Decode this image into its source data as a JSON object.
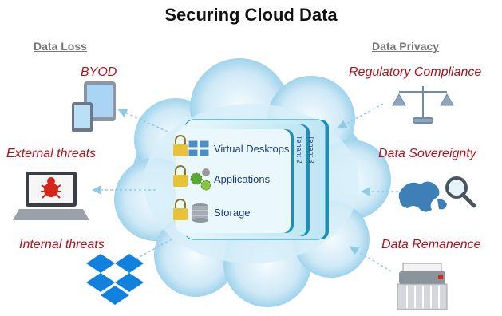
{
  "title": "Securing Cloud Data",
  "left_section": {
    "heading": "Data Loss",
    "items": [
      {
        "label": "BYOD",
        "icon": "tablet-phone-icon"
      },
      {
        "label": "External threats",
        "icon": "laptop-bug-icon"
      },
      {
        "label": "Internal threats",
        "icon": "dropbox-icon"
      }
    ]
  },
  "right_section": {
    "heading": "Data Privacy",
    "items": [
      {
        "label": "Regulatory Compliance",
        "icon": "scales-icon"
      },
      {
        "label": "Data Sovereignty",
        "icon": "world-map-magnifier-icon"
      },
      {
        "label": "Data Remanence",
        "icon": "shredder-icon"
      }
    ]
  },
  "cloud": {
    "items": [
      {
        "label": "Virtual Desktops",
        "icon": "lock-desktops-icon"
      },
      {
        "label": "Applications",
        "icon": "lock-gears-icon"
      },
      {
        "label": "Storage",
        "icon": "lock-database-icon"
      }
    ],
    "tenants": [
      "Tenant 2",
      "Tenant 3"
    ]
  },
  "colors": {
    "title": "#111111",
    "heading": "#777777",
    "threat_label": "#b5101a",
    "cloud_fill": "#cfe9f6",
    "tenant_panel": "#1b8fb8",
    "item_text": "#1d3f7a"
  }
}
